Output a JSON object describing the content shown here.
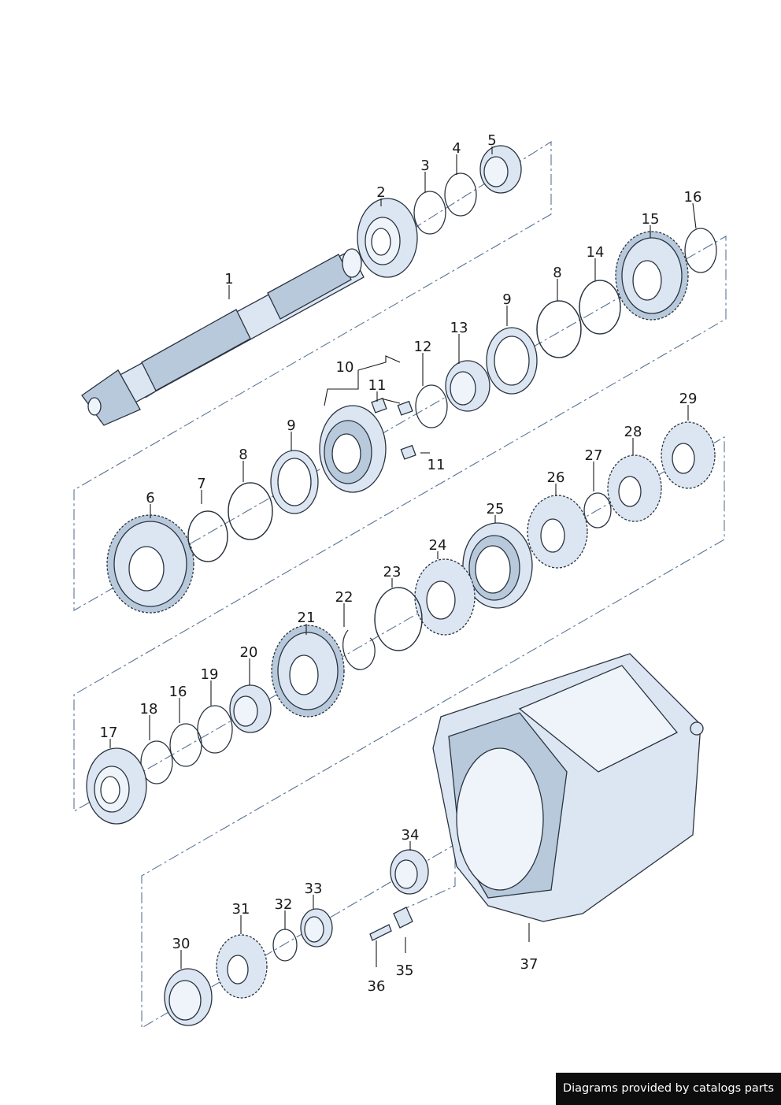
{
  "diagram": {
    "part_labels": [
      "1",
      "2",
      "3",
      "4",
      "5",
      "6",
      "7",
      "8",
      "9",
      "10",
      "11",
      "11",
      "12",
      "13",
      "8",
      "9",
      "14",
      "15",
      "16",
      "16",
      "17",
      "18",
      "19",
      "20",
      "21",
      "22",
      "23",
      "24",
      "25",
      "26",
      "27",
      "28",
      "29",
      "30",
      "31",
      "32",
      "33",
      "34",
      "35",
      "36",
      "37"
    ]
  },
  "footer": {
    "credit": "Diagrams provided by catalogs parts"
  },
  "colors": {
    "part_fill": "#dbe6f2",
    "part_edge": "#2a3440",
    "axis_line": "#5b7394",
    "credit_bg": "#0d0d0d"
  }
}
